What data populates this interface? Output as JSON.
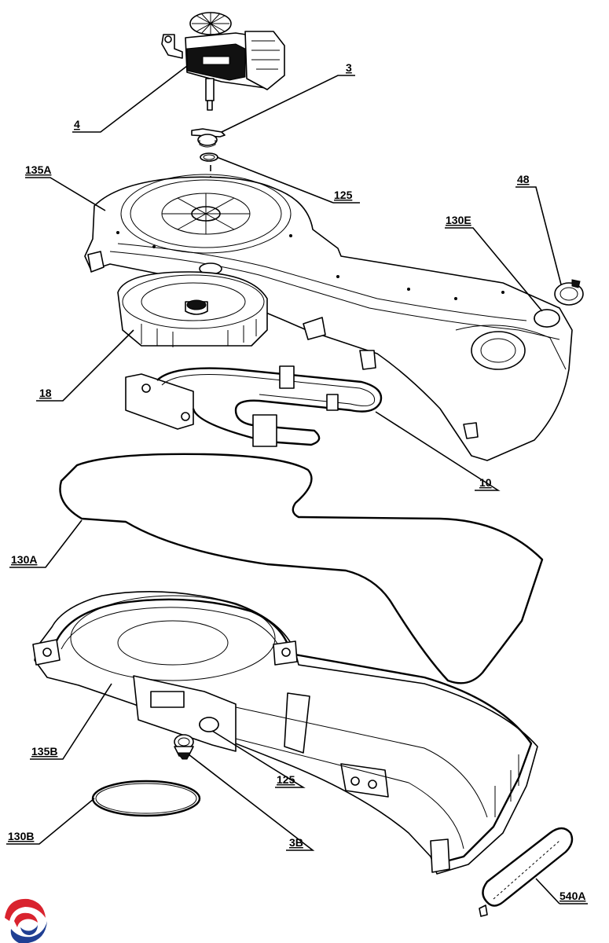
{
  "callouts": {
    "c4": "4",
    "c3": "3",
    "c125_top": "125",
    "c135A": "135A",
    "c48": "48",
    "c130E": "130E",
    "c18": "18",
    "c10": "10",
    "c130A": "130A",
    "c135B": "135B",
    "c125_bottom": "125",
    "c130B": "130B",
    "c3B": "3B",
    "c540A": "540A"
  },
  "colors": {
    "line": "#000000",
    "logo_red": "#d9232e",
    "logo_blue": "#1f3f93"
  },
  "icons": {
    "brand_logo": "brand-logo-icon"
  }
}
